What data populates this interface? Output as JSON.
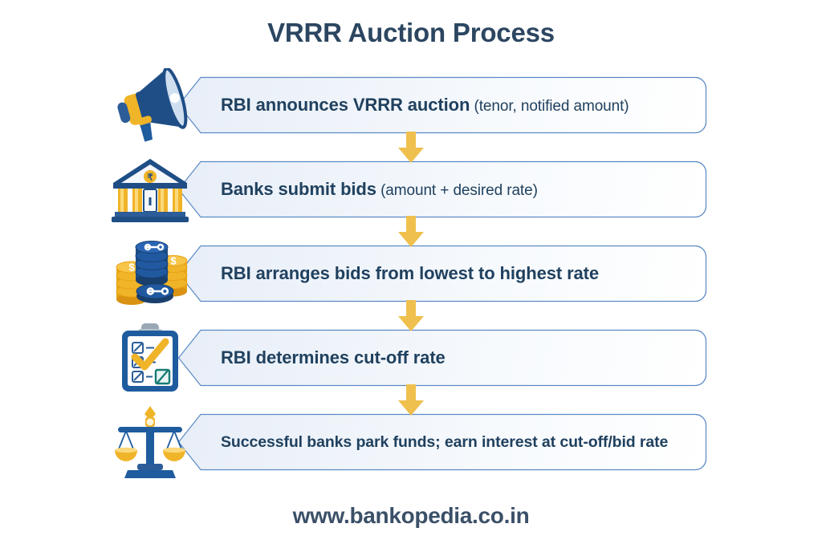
{
  "page": {
    "title": "VRRR Auction Process",
    "background_color": "#ffffff",
    "footer_url": "www.bankopedia.co.in"
  },
  "theme": {
    "title_color": "#2c4661",
    "box_text_color": "#20415f",
    "box_border_color": "#5b8ac4",
    "box_fill_start": "#e8eef8",
    "box_fill_end": "#ffffff",
    "arrow_color": "#efc04e",
    "accent_navy": "#1f4e86",
    "accent_gold": "#f0b429",
    "footer_color": "#3b5068"
  },
  "flow": {
    "steps": [
      {
        "index": 1,
        "icon": "megaphone-icon",
        "text_bold": "RBI announces VRRR auction",
        "text_light": " (tenor, notified amount)",
        "full_text": "RBI announces VRRR auction (tenor, notified amount)"
      },
      {
        "index": 2,
        "icon": "bank-building-icon",
        "text_bold": "Banks submit bids",
        "text_light": " (amount + desired rate)",
        "full_text": "Banks submit bids (amount + desired rate)"
      },
      {
        "index": 3,
        "icon": "coin-stacks-icon",
        "text_bold": "RBI arranges bids from lowest to highest rate",
        "text_light": "",
        "full_text": "RBI arranges bids from lowest to highest rate"
      },
      {
        "index": 4,
        "icon": "clipboard-checklist-icon",
        "text_bold": "RBI determines cut-off rate",
        "text_light": "",
        "full_text": "RBI determines cut-off rate"
      },
      {
        "index": 5,
        "icon": "balance-scales-icon",
        "text_bold": "Successful banks park funds; earn interest at cut-off/bid rate",
        "text_light": "",
        "full_text": "Successful banks park funds; earn interest at cut-off/bid rate"
      }
    ],
    "connectors": [
      {
        "from_step": 1,
        "to_step": 2,
        "icon": "arrow-down-icon"
      },
      {
        "from_step": 2,
        "to_step": 3,
        "icon": "arrow-down-icon"
      },
      {
        "from_step": 3,
        "to_step": 4,
        "icon": "arrow-down-icon"
      },
      {
        "from_step": 4,
        "to_step": 5,
        "icon": "arrow-down-icon"
      }
    ]
  }
}
